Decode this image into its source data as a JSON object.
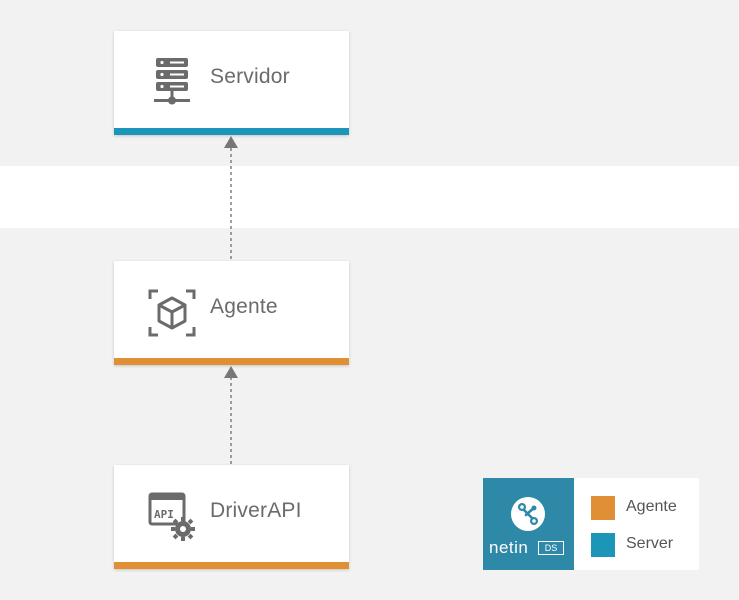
{
  "colors": {
    "agent": "#e08f35",
    "server": "#1b96b8",
    "arrow": "#777777"
  },
  "nodes": {
    "server": {
      "label": "Servidor",
      "icon": "server-rack-icon",
      "type": "server"
    },
    "agent": {
      "label": "Agente",
      "icon": "cube-scan-icon",
      "type": "agent"
    },
    "driver": {
      "label": "DriverAPI",
      "icon": "api-gear-icon",
      "type": "agent"
    }
  },
  "edges": [
    {
      "from": "agent",
      "to": "server",
      "style": "dashed"
    },
    {
      "from": "driver",
      "to": "agent",
      "style": "dashed"
    }
  ],
  "legend": {
    "logo": {
      "name": "netin",
      "badge": "DS",
      "icon": "netin-logo-icon"
    },
    "items": [
      {
        "label": "Agente",
        "color": "#e08f35"
      },
      {
        "label": "Server",
        "color": "#1b96b8"
      }
    ]
  }
}
